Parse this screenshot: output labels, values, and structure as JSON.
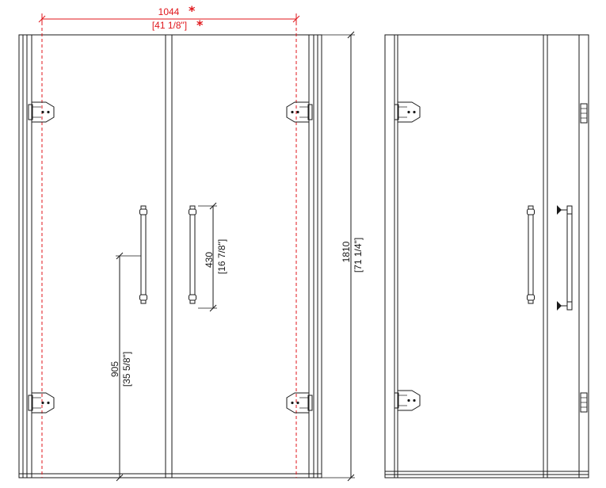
{
  "dimensions": {
    "width_mm": "1044",
    "width_in": "[41 1/8\"]",
    "width_flag": "*",
    "height_mm": "1810",
    "height_in": "[71 1/4\"]",
    "handle_mm": "430",
    "handle_in": "[16 7/8\"]",
    "handle_height_mm": "905",
    "handle_height_in": "[35 5/8\"]"
  },
  "colors": {
    "line": "#1a1a1a",
    "dimension_accent": "#e0161b"
  },
  "icons": {
    "hinge": "hinge-icon",
    "handle": "door-pull-handle-icon"
  }
}
